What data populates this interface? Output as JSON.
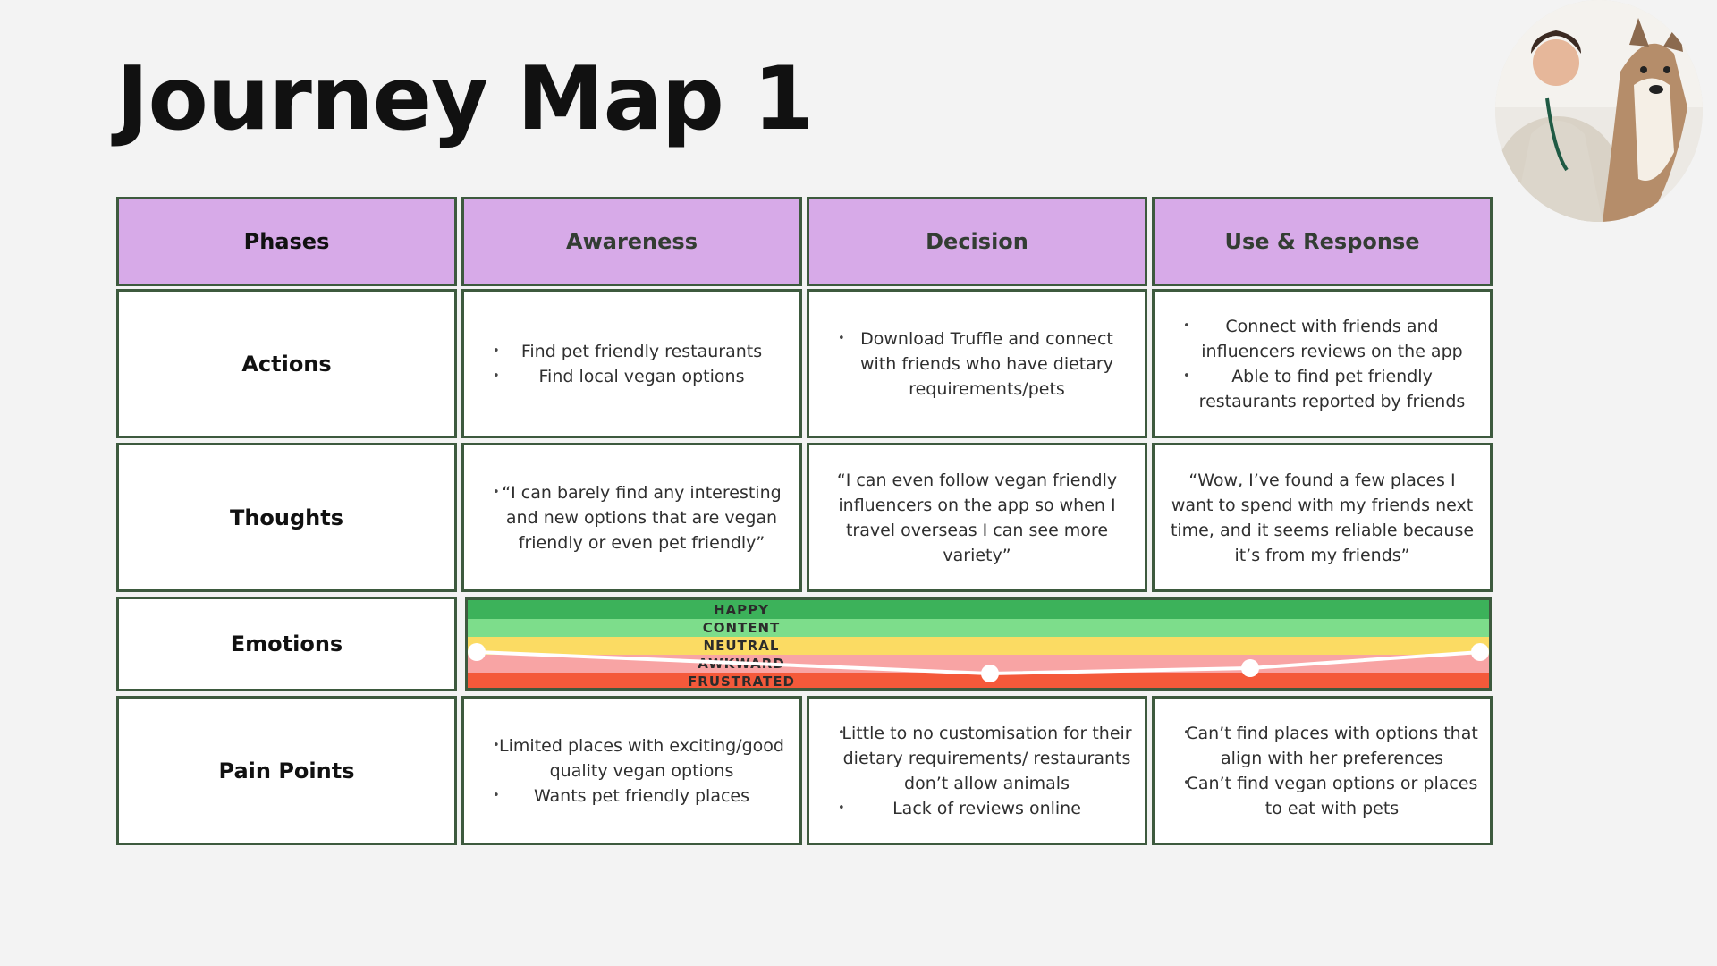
{
  "title": "Journey Map 1",
  "colors": {
    "header_bg": "#d7aae8",
    "border": "#3d5a3e",
    "happy": "#3cb25a",
    "content": "#7ddd8b",
    "neutral": "#fbdb63",
    "awkward": "#f8a4a4",
    "frustrated": "#f4593a"
  },
  "headers": {
    "phases": "Phases",
    "awareness": "Awareness",
    "decision": "Decision",
    "use_response": "Use & Response"
  },
  "rows": {
    "actions": {
      "label": "Actions",
      "awareness": [
        "Find pet friendly restaurants",
        "Find local vegan options"
      ],
      "decision": [
        "Download Truffle and connect with friends who have dietary requirements/pets"
      ],
      "use_response": [
        "Connect with friends and influencers reviews on the app",
        "Able to find pet friendly restaurants reported by friends"
      ]
    },
    "thoughts": {
      "label": "Thoughts",
      "awareness": "“I can barely find any interesting and new options that are vegan friendly or even pet friendly”",
      "decision": "“I can even follow vegan friendly influencers on the app so when I travel overseas I can see more variety”",
      "use_response": "“Wow, I’ve found a few places I want to spend with my friends next time, and it seems reliable because it’s from my friends”"
    },
    "emotions": {
      "label": "Emotions",
      "levels": [
        "HAPPY",
        "CONTENT",
        "NEUTRAL",
        "AWKWARD",
        "FRUSTRATED"
      ],
      "curve": [
        2.4,
        3.6,
        3.3,
        2.4
      ]
    },
    "pain_points": {
      "label": "Pain Points",
      "awareness": [
        "Limited places with exciting/good quality vegan options",
        "Wants pet friendly places"
      ],
      "decision": [
        "Little to no customisation for their dietary requirements/ restaurants don’t allow animals",
        "Lack of reviews online"
      ],
      "use_response": [
        "Can’t find places with options that align with her preferences",
        "Can’t find vegan options or places to eat with pets"
      ]
    }
  },
  "avatar_icon": "photo-woman-with-dog"
}
